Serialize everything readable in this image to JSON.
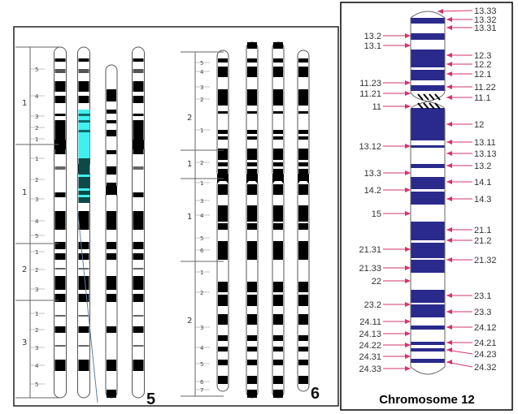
{
  "left_panel": {
    "chromosome5": {
      "number_label": "5",
      "arm_labels": [
        "1",
        "1",
        "2",
        "3"
      ],
      "region_labels": [
        "5",
        "4",
        "3",
        "2",
        "1",
        "1",
        "2",
        "3",
        "4",
        "5",
        "1",
        "2",
        "3",
        "1",
        "2",
        "3",
        "4",
        "5"
      ]
    },
    "chromosome6": {
      "number_label": "6",
      "arm_labels": [
        "2",
        "1",
        "1",
        "2"
      ],
      "region_labels": [
        "5",
        "4",
        "3",
        "2",
        "1",
        "2",
        "1",
        "3",
        "4",
        "5",
        "6",
        "1",
        "2",
        "3",
        "4",
        "5",
        "6",
        "7"
      ]
    },
    "colors": {
      "band": "#000000",
      "highlight_light": "#3ff0f0",
      "highlight_dark": "#0b4a48",
      "line": "#5a7fa8"
    }
  },
  "right_panel": {
    "title": "Chromosome 12",
    "left_labels": [
      "13.2",
      "13.1",
      "11.23",
      "11.21",
      "11",
      "13.12",
      "13.3",
      "14.2",
      "15",
      "21.31",
      "21.33",
      "22",
      "23.2",
      "24.11",
      "24.13",
      "24.22",
      "24.31",
      "24.33"
    ],
    "right_labels": [
      "13.33",
      "13.32",
      "13.31",
      "12.3",
      "12.2",
      "12.1",
      "11.22",
      "11.1",
      "12",
      "13.11",
      "13.13",
      "13.2",
      "14.1",
      "14.3",
      "21.1",
      "21.2",
      "21.32",
      "23.1",
      "23.3",
      "24.12",
      "24.21",
      "24.23",
      "24.32"
    ],
    "colors": {
      "band": "#2a2a8c",
      "arrow": "#d6336c",
      "label": "#333333"
    }
  }
}
